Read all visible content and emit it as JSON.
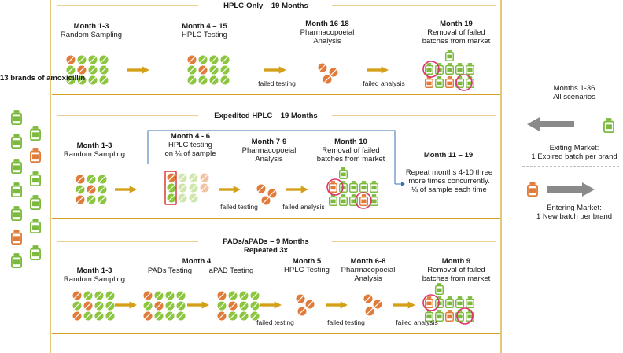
{
  "left": {
    "title": "13 brands of amoxicillin"
  },
  "right": {
    "title": "Months 1-36",
    "subtitle": "All scenarios",
    "exiting": "Exiting Market:\n1 Expired batch per brand",
    "entering": "Entering Market:\n1 New batch per brand"
  },
  "hplc_only": {
    "title": "HPLC-Only – 19 Months",
    "steps": [
      {
        "month": "Month 1-3",
        "desc": "Random Sampling"
      },
      {
        "month": "Month 4 – 15",
        "desc": "HPLC Testing"
      },
      {
        "month": "Month 16-18",
        "desc": "Pharmacopoeial\nAnalysis"
      },
      {
        "month": "Month 19",
        "desc": "Removal of failed\nbatches from market"
      }
    ],
    "arrow_labels": [
      "failed testing",
      "failed analysis"
    ]
  },
  "expedited": {
    "title": "Expedited HPLC – 19 Months",
    "steps": [
      {
        "month": "Month 1-3",
        "desc": "Random Sampling"
      },
      {
        "month": "Month 4 - 6",
        "desc": "HPLC testing\non ¼ of sample"
      },
      {
        "month": "Month 7-9",
        "desc": "Pharmacopoeial\nAnalysis"
      },
      {
        "month": "Month 10",
        "desc": "Removal of failed\nbatches from market"
      },
      {
        "month": "Month 11 – 19",
        "desc": "Repeat months 4-10 three\nmore times concurrently.\n¼ of sample each time"
      }
    ],
    "arrow_labels": [
      "failed testing",
      "failed analysis"
    ]
  },
  "pads": {
    "title": "PADs/aPADs – 9 Months",
    "subtitle": "Repeated 3x",
    "steps": [
      {
        "month": "Month 1-3",
        "desc": "Random Sampling"
      },
      {
        "month": "Month 4",
        "desc": "PADs Testing"
      },
      {
        "month": "",
        "desc": "aPAD Testing"
      },
      {
        "month": "Month 5",
        "desc": "HPLC Testing"
      },
      {
        "month": "Month 6-8",
        "desc": "Pharmacopoeial\nAnalysis"
      },
      {
        "month": "Month 9",
        "desc": "Removal of failed\nbatches from market"
      }
    ],
    "arrow_labels": [
      "failed testing",
      "failed testing",
      "failed analysis"
    ]
  },
  "colors": {
    "gold": "#d4a020",
    "arrow_gold": "#d4a017",
    "pill_green": "#8cc63f",
    "pill_orange": "#e07b39",
    "bottle_green": "#7cba3d",
    "bottle_orange": "#e07b39",
    "circle": "#e0336e",
    "blue_line": "#3b6fb6",
    "red_rect": "#d93030",
    "gray_arrow": "#8a8a8a"
  }
}
